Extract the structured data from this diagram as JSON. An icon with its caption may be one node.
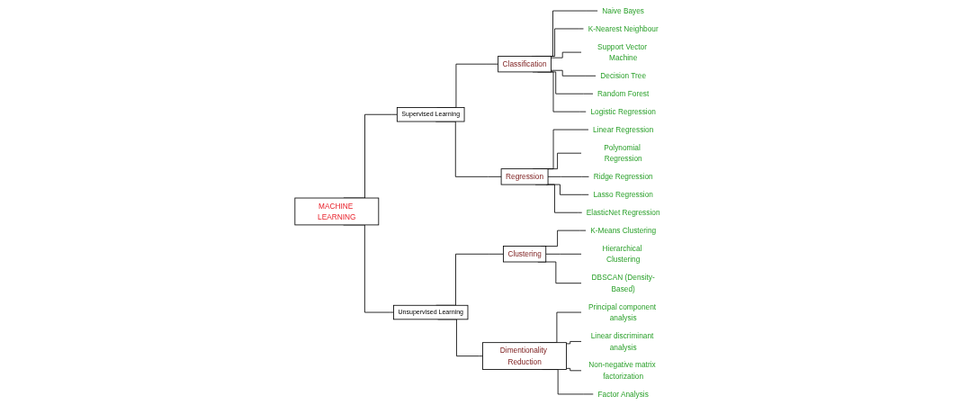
{
  "diagram": {
    "nodes": [
      {
        "text": [
          "MACHINE LEARNING"
        ]
      },
      {
        "text": [
          "Supervised Learning"
        ]
      },
      {
        "text": [
          "Unsupervised Learning"
        ]
      },
      {
        "text": [
          "Classification"
        ]
      },
      {
        "text": [
          "Regression"
        ]
      },
      {
        "text": [
          "Naive Bayes"
        ]
      },
      {
        "text": [
          "K-Nearest Neighbour"
        ]
      },
      {
        "text": [
          "Support Vector Machine"
        ]
      },
      {
        "text": [
          "Decision Tree"
        ]
      },
      {
        "text": [
          "Random Forest"
        ]
      },
      {
        "text": [
          "Logistic Regression"
        ]
      },
      {
        "text": [
          "Linear Regression"
        ]
      },
      {
        "text": [
          "Polynomial Regression"
        ]
      },
      {
        "text": [
          "Ridge Regression"
        ]
      },
      {
        "text": [
          "Lasso Regression"
        ]
      },
      {
        "text": [
          "ElasticNet Regression"
        ]
      },
      {
        "text": [
          "Clustering"
        ]
      },
      {
        "text": [
          "Dimentionality Reduction"
        ]
      },
      {
        "text": [
          "K-Means Clustering"
        ]
      },
      {
        "text": [
          "Hierarchical Clustering"
        ]
      },
      {
        "text": [
          "DBSCAN (Density-Based)"
        ]
      },
      {
        "text": [
          "Principal component analysis"
        ]
      },
      {
        "text": [
          "Linear discriminant analysis"
        ]
      },
      {
        "text": [
          "Non-negative matrix factorization"
        ]
      },
      {
        "text": [
          "Factor Analysis"
        ]
      }
    ],
    "edges": [
      {
        "from": 0,
        "to": 1,
        "arrow": "none"
      },
      {
        "from": 0,
        "to": 2,
        "arrow": "none"
      },
      {
        "from": 1,
        "to": 3,
        "arrow": "none"
      },
      {
        "from": 1,
        "to": 4,
        "arrow": "none"
      },
      {
        "from": 3,
        "to": 5,
        "arrow": "none"
      },
      {
        "from": 3,
        "to": 6,
        "arrow": "none"
      },
      {
        "from": 3,
        "to": 7,
        "arrow": "none"
      },
      {
        "from": 3,
        "to": 8,
        "arrow": "none"
      },
      {
        "from": 3,
        "to": 9,
        "arrow": "none"
      },
      {
        "from": 3,
        "to": 10,
        "arrow": "none"
      },
      {
        "from": 4,
        "to": 11,
        "arrow": "none"
      },
      {
        "from": 4,
        "to": 12,
        "arrow": "none"
      },
      {
        "from": 4,
        "to": 13,
        "arrow": "none"
      },
      {
        "from": 4,
        "to": 14,
        "arrow": "none"
      },
      {
        "from": 4,
        "to": 15,
        "arrow": "none"
      },
      {
        "from": 2,
        "to": 16,
        "arrow": "none"
      },
      {
        "from": 2,
        "to": 17,
        "arrow": "none"
      },
      {
        "from": 16,
        "to": 18,
        "arrow": "none"
      },
      {
        "from": 16,
        "to": 19,
        "arrow": "none"
      },
      {
        "from": 16,
        "to": 20,
        "arrow": "none"
      },
      {
        "from": 17,
        "to": 21,
        "arrow": "none"
      },
      {
        "from": 17,
        "to": 22,
        "arrow": "none"
      },
      {
        "from": 17,
        "to": 23,
        "arrow": "none"
      },
      {
        "from": 17,
        "to": 24,
        "arrow": "none"
      }
    ]
  }
}
